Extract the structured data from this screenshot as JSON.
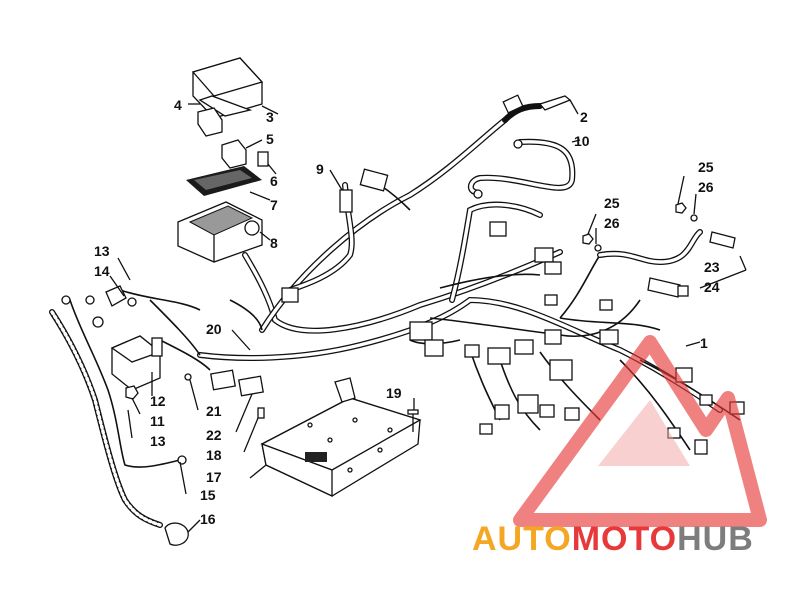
{
  "callouts": [
    {
      "id": "c1",
      "text": "1"
    },
    {
      "id": "c2",
      "text": "2"
    },
    {
      "id": "c3",
      "text": "3"
    },
    {
      "id": "c4",
      "text": "4"
    },
    {
      "id": "c5",
      "text": "5"
    },
    {
      "id": "c6",
      "text": "6"
    },
    {
      "id": "c7",
      "text": "7"
    },
    {
      "id": "c8",
      "text": "8"
    },
    {
      "id": "c9",
      "text": "9"
    },
    {
      "id": "c10",
      "text": "10"
    },
    {
      "id": "c11",
      "text": "11"
    },
    {
      "id": "c12",
      "text": "12"
    },
    {
      "id": "c13a",
      "text": "13"
    },
    {
      "id": "c13b",
      "text": "13"
    },
    {
      "id": "c14",
      "text": "14"
    },
    {
      "id": "c15",
      "text": "15"
    },
    {
      "id": "c16",
      "text": "16"
    },
    {
      "id": "c17",
      "text": "17"
    },
    {
      "id": "c18",
      "text": "18"
    },
    {
      "id": "c19",
      "text": "19"
    },
    {
      "id": "c20",
      "text": "20"
    },
    {
      "id": "c21",
      "text": "21"
    },
    {
      "id": "c22",
      "text": "22"
    },
    {
      "id": "c23",
      "text": "23"
    },
    {
      "id": "c24",
      "text": "24"
    },
    {
      "id": "c25a",
      "text": "25"
    },
    {
      "id": "c25b",
      "text": "25"
    },
    {
      "id": "c26a",
      "text": "26"
    },
    {
      "id": "c26b",
      "text": "26"
    }
  ],
  "watermark": {
    "part1": "AUTO",
    "part2": "MOTO",
    "part3": "HUB",
    "colors": {
      "red": "#e8393a",
      "orange": "#f5a623",
      "gray": "#7d7d7d"
    }
  }
}
